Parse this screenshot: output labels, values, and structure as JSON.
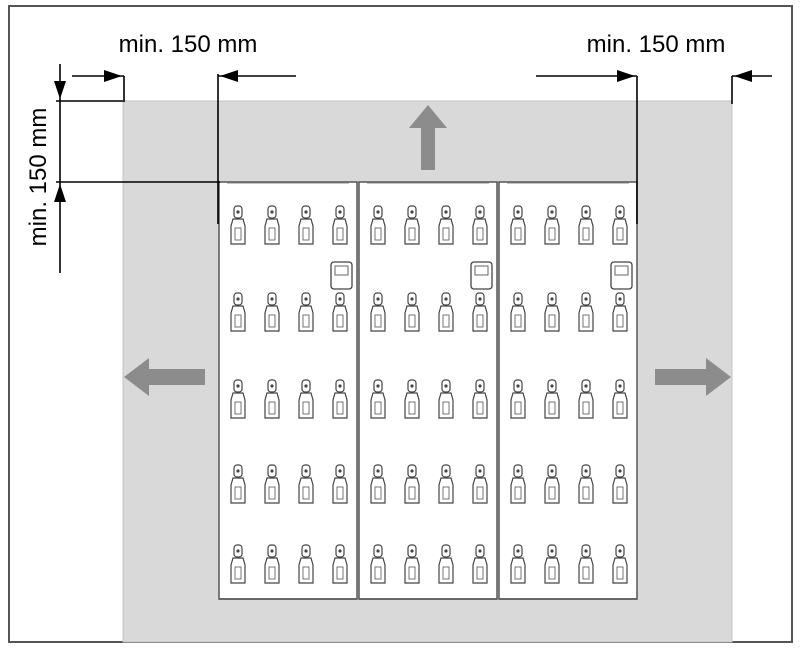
{
  "dimension_labels": {
    "left_horizontal": "min. 150 mm",
    "right_horizontal": "min. 150 mm",
    "left_vertical": "min. 150 mm"
  },
  "layout": {
    "panels": 3,
    "rows_per_panel": 5,
    "hooks_per_row": 4,
    "control_units_per_panel": 1
  },
  "airflow_arrows": [
    "up",
    "left",
    "right"
  ],
  "colors": {
    "background": "#ffffff",
    "frame": "#555555",
    "clearance_zone": "#d9d9d9",
    "cabinet": "#ffffff",
    "arrow": "#8c8c8c",
    "dimension_line": "#000000"
  }
}
